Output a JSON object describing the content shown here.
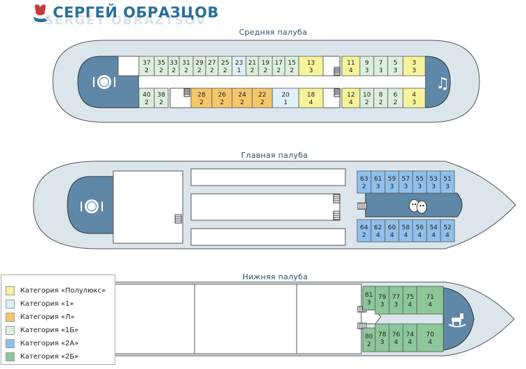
{
  "brand": {
    "name": "СЕРГЕЙ ОБРАЗЦОВ",
    "latin": "SERGEY OBRAZTSOV",
    "logo_icon": "ship-logo-icon"
  },
  "colors": {
    "semi_lux": "#f6f39a",
    "cat1": "#def1f8",
    "catL": "#f4c76a",
    "cat1B": "#dcefdc",
    "cat2A": "#8fc0ea",
    "cat2B": "#8cc79a",
    "deck_fill": "#dbe6ec",
    "dining": "#5f88a8"
  },
  "decks": {
    "middle": {
      "title": "Средняя палуба",
      "top_row": [
        {
          "num": "37",
          "berths": "2",
          "cat": "cat1B"
        },
        {
          "num": "35",
          "berths": "2",
          "cat": "cat1B"
        },
        {
          "num": "33",
          "berths": "2",
          "cat": "cat1B"
        },
        {
          "num": "31",
          "berths": "2",
          "cat": "cat1B"
        },
        {
          "num": "29",
          "berths": "2",
          "cat": "cat1B"
        },
        {
          "num": "27",
          "berths": "2",
          "cat": "cat1B"
        },
        {
          "num": "25",
          "berths": "2",
          "cat": "cat1B"
        },
        {
          "num": "23",
          "berths": "1",
          "cat": "cat1"
        },
        {
          "num": "21",
          "berths": "2",
          "cat": "cat1B"
        },
        {
          "num": "19",
          "berths": "2",
          "cat": "cat1B"
        },
        {
          "num": "17",
          "berths": "2",
          "cat": "cat1B"
        },
        {
          "num": "15",
          "berths": "2",
          "cat": "cat1B"
        },
        {
          "num": "13",
          "berths": "3",
          "cat": "semi_lux"
        },
        {
          "num": "11",
          "berths": "4",
          "cat": "semi_lux"
        },
        {
          "num": "9",
          "berths": "3",
          "cat": "cat1B"
        },
        {
          "num": "7",
          "berths": "3",
          "cat": "cat1B"
        },
        {
          "num": "5",
          "berths": "3",
          "cat": "cat1B"
        },
        {
          "num": "3",
          "berths": "3",
          "cat": "semi_lux"
        }
      ],
      "bottom_row": [
        {
          "num": "40",
          "berths": "2",
          "cat": "cat1B"
        },
        {
          "num": "38",
          "berths": "2",
          "cat": "cat1B"
        },
        {
          "num": "28",
          "berths": "2",
          "cat": "catL"
        },
        {
          "num": "26",
          "berths": "2",
          "cat": "catL"
        },
        {
          "num": "24",
          "berths": "2",
          "cat": "catL"
        },
        {
          "num": "22",
          "berths": "2",
          "cat": "catL"
        },
        {
          "num": "20",
          "berths": "1",
          "cat": "cat1"
        },
        {
          "num": "18",
          "berths": "4",
          "cat": "semi_lux"
        },
        {
          "num": "12",
          "berths": "4",
          "cat": "semi_lux"
        },
        {
          "num": "10",
          "berths": "2",
          "cat": "cat1B"
        },
        {
          "num": "8",
          "berths": "2",
          "cat": "cat1B"
        },
        {
          "num": "6",
          "berths": "2",
          "cat": "cat1B"
        },
        {
          "num": "4",
          "berths": "3",
          "cat": "semi_lux"
        }
      ],
      "restaurant_icon": "restaurant-icon",
      "music_icon": "music-note-icon"
    },
    "main": {
      "title": "Главная палуба",
      "top_row": [
        {
          "num": "63",
          "berths": "2",
          "cat": "cat2A"
        },
        {
          "num": "61",
          "berths": "3",
          "cat": "cat2A"
        },
        {
          "num": "59",
          "berths": "3",
          "cat": "cat2A"
        },
        {
          "num": "57",
          "berths": "3",
          "cat": "cat2A"
        },
        {
          "num": "55",
          "berths": "3",
          "cat": "cat2A"
        },
        {
          "num": "53",
          "berths": "3",
          "cat": "cat2A"
        },
        {
          "num": "51",
          "berths": "3",
          "cat": "cat2A"
        }
      ],
      "bottom_row": [
        {
          "num": "64",
          "berths": "2",
          "cat": "cat2A"
        },
        {
          "num": "62",
          "berths": "4",
          "cat": "cat2A"
        },
        {
          "num": "60",
          "berths": "4",
          "cat": "cat2A"
        },
        {
          "num": "58",
          "berths": "4",
          "cat": "cat2A"
        },
        {
          "num": "56",
          "berths": "4",
          "cat": "cat2A"
        },
        {
          "num": "54",
          "berths": "4",
          "cat": "cat2A"
        },
        {
          "num": "52",
          "berths": "4",
          "cat": "cat2A"
        }
      ],
      "restaurant_icon": "restaurant-icon",
      "theatre_icon": "theatre-masks-icon"
    },
    "lower": {
      "title": "Нижняя палуба",
      "top_row": [
        {
          "num": "81",
          "berths": "3",
          "cat": "cat2B"
        },
        {
          "num": "79",
          "berths": "3",
          "cat": "cat2B"
        },
        {
          "num": "77",
          "berths": "3",
          "cat": "cat2B"
        },
        {
          "num": "75",
          "berths": "4",
          "cat": "cat2B"
        },
        {
          "num": "71",
          "berths": "4",
          "cat": "cat2B"
        }
      ],
      "bottom_row": [
        {
          "num": "80",
          "berths": "2",
          "cat": "cat2B"
        },
        {
          "num": "78",
          "berths": "3",
          "cat": "cat2B"
        },
        {
          "num": "76",
          "berths": "4",
          "cat": "cat2B"
        },
        {
          "num": "74",
          "berths": "4",
          "cat": "cat2B"
        },
        {
          "num": "70",
          "berths": "4",
          "cat": "cat2B"
        }
      ],
      "kids_icon": "rocking-horse-icon"
    }
  },
  "legend": [
    {
      "label": "Категория «Полулюкс»",
      "cat": "semi_lux"
    },
    {
      "label": "Категория «1»",
      "cat": "cat1"
    },
    {
      "label": "Категория «Л»",
      "cat": "catL"
    },
    {
      "label": "Категория «1Б»",
      "cat": "cat1B"
    },
    {
      "label": "Категория «2А»",
      "cat": "cat2A"
    },
    {
      "label": "Категория «2Б»",
      "cat": "cat2B"
    }
  ]
}
